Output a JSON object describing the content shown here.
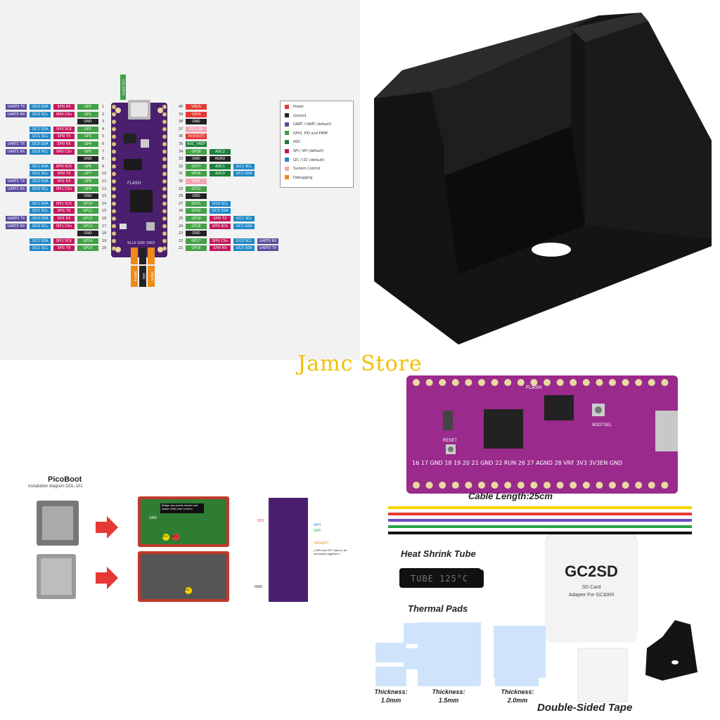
{
  "pinout": {
    "legend": [
      {
        "label": "Power",
        "color": "#e53935"
      },
      {
        "label": "Ground",
        "color": "#222222"
      },
      {
        "label": "UART / UART (default)",
        "color": "#5c4b9c"
      },
      {
        "label": "GPIO, PIO and PWM",
        "color": "#43a047"
      },
      {
        "label": "ADC",
        "color": "#1b7f3b"
      },
      {
        "label": "SPI / SPI (default)",
        "color": "#c2185b"
      },
      {
        "label": "I2C / I2C (default)",
        "color": "#1e88c8"
      },
      {
        "label": "System Control",
        "color": "#f4a6b4"
      },
      {
        "label": "Debugging",
        "color": "#ef8a17"
      }
    ],
    "top_label": "LED (GP25)",
    "board_labels": {
      "flash": "FLASH",
      "swd": "SCLK GND SWD"
    },
    "left_pins": [
      {
        "n": "1",
        "labels": [
          "UART0 TX",
          "I2C0 SDA",
          "SPI0 RX",
          "GP0"
        ]
      },
      {
        "n": "2",
        "labels": [
          "UART0 RX",
          "I2C0 SCL",
          "SPI0 CSn",
          "GP1"
        ]
      },
      {
        "n": "3",
        "labels": [
          "GND"
        ]
      },
      {
        "n": "4",
        "labels": [
          "I2C1 SDA",
          "SPI0 SCK",
          "GP2"
        ]
      },
      {
        "n": "5",
        "labels": [
          "I2C1 SCL",
          "SPI0 TX",
          "GP3"
        ]
      },
      {
        "n": "6",
        "labels": [
          "UART1 TX",
          "I2C0 SDA",
          "SPI0 RX",
          "GP4"
        ]
      },
      {
        "n": "7",
        "labels": [
          "UART1 RX",
          "I2C0 SCL",
          "SPI0 CSn",
          "GP5"
        ]
      },
      {
        "n": "8",
        "labels": [
          "GND"
        ]
      },
      {
        "n": "9",
        "labels": [
          "I2C1 SDA",
          "SPI0 SCK",
          "GP6"
        ]
      },
      {
        "n": "10",
        "labels": [
          "I2C1 SCL",
          "SPI0 TX",
          "GP7"
        ]
      },
      {
        "n": "11",
        "labels": [
          "UART1 TX",
          "I2C0 SDA",
          "SPI1 RX",
          "GP8"
        ]
      },
      {
        "n": "12",
        "labels": [
          "UART1 RX",
          "I2C0 SCL",
          "SPI1 CSn",
          "GP9"
        ]
      },
      {
        "n": "13",
        "labels": [
          "GND"
        ]
      },
      {
        "n": "14",
        "labels": [
          "I2C1 SDA",
          "SPI1 SCK",
          "GP10"
        ]
      },
      {
        "n": "15",
        "labels": [
          "I2C1 SCL",
          "SPI1 TX",
          "GP11"
        ]
      },
      {
        "n": "16",
        "labels": [
          "UART0 TX",
          "I2C0 SDA",
          "SPI1 RX",
          "GP12"
        ]
      },
      {
        "n": "17",
        "labels": [
          "UART0 RX",
          "I2C0 SCL",
          "SPI1 CSn",
          "GP13"
        ]
      },
      {
        "n": "18",
        "labels": [
          "GND"
        ]
      },
      {
        "n": "19",
        "labels": [
          "I2C1 SDA",
          "SPI1 SCK",
          "GP14"
        ]
      },
      {
        "n": "20",
        "labels": [
          "I2C1 SCL",
          "SPI1 TX",
          "GP15"
        ]
      }
    ],
    "right_pins": [
      {
        "n": "40",
        "labels": [
          "VBUS"
        ]
      },
      {
        "n": "39",
        "labels": [
          "VSYS"
        ]
      },
      {
        "n": "38",
        "labels": [
          "GND"
        ]
      },
      {
        "n": "37",
        "labels": [
          "3V3_EN"
        ]
      },
      {
        "n": "36",
        "labels": [
          "3V3(OUT)"
        ]
      },
      {
        "n": "35",
        "labels": [
          "ADC_VREF"
        ]
      },
      {
        "n": "34",
        "labels": [
          "GP28",
          "ADC2"
        ]
      },
      {
        "n": "33",
        "labels": [
          "GND",
          "AGND"
        ]
      },
      {
        "n": "32",
        "labels": [
          "GP27",
          "ADC1",
          "I2C1 SCL"
        ]
      },
      {
        "n": "31",
        "labels": [
          "GP26",
          "ADC0",
          "I2C1 SDA"
        ]
      },
      {
        "n": "30",
        "labels": [
          "RUN"
        ]
      },
      {
        "n": "29",
        "labels": [
          "GP22"
        ]
      },
      {
        "n": "28",
        "labels": [
          "GND"
        ]
      },
      {
        "n": "27",
        "labels": [
          "GP21",
          "I2C0 SCL"
        ]
      },
      {
        "n": "26",
        "labels": [
          "GP20",
          "I2C0 SDA"
        ]
      },
      {
        "n": "25",
        "labels": [
          "GP19",
          "SPI0 TX",
          "I2C1 SCL"
        ]
      },
      {
        "n": "24",
        "labels": [
          "GP18",
          "SPI0 SCK",
          "I2C1 SDA"
        ]
      },
      {
        "n": "23",
        "labels": [
          "GND"
        ]
      },
      {
        "n": "22",
        "labels": [
          "GP17",
          "SPI0 CSn",
          "I2C0 SCL",
          "UART0 RX"
        ]
      },
      {
        "n": "21",
        "labels": [
          "GP16",
          "SPI0 RX",
          "I2C0 SDA",
          "UART0 TX"
        ]
      }
    ],
    "debug_labels": [
      "SWCLK",
      "GND",
      "SWDIO"
    ]
  },
  "watermark": "Jamc Store",
  "picoboot": {
    "title": "PicoBoot",
    "subtitle": "installation diagram DOL-101",
    "board_note": "Bridge two points shown and solder GND wire to them",
    "labels": {
      "gnd": "GND",
      "gp4": "GP4",
      "gp5": "GP5",
      "v33": "3V3"
    },
    "pico_labels": {
      "v33": "3V3",
      "gp4": "GP4",
      "gp5": "GP5",
      "gp6": "GP6/GP7",
      "gnd": "GND"
    },
    "note": "( GP6 and GP7 have to be connected together! )"
  },
  "kit": {
    "board_silk": "16 17 GND 18 19 20 21 GND 22 RUN 26 27 AGND 28 VRF 3V3 3V3EN GND",
    "board_top": "FLASH",
    "bootsel": "BOOTSEL",
    "reset": "RESET",
    "cable_label": "Cable Length:25cm",
    "heat_shrink_label": "Heat Shrink Tube",
    "tube_text": "TUBE 125°C",
    "thermal_label": "Thermal Pads",
    "gc2sd_title": "GC2SD",
    "gc2sd_line1": "SD Card",
    "gc2sd_line2": "Adapter For GC&WII",
    "thickness": [
      {
        "label": "Thickness:",
        "value": "1.0mm"
      },
      {
        "label": "Thickness:",
        "value": "1.5mm"
      },
      {
        "label": "Thickness:",
        "value": "2.0mm"
      }
    ],
    "tape_label": "Double-Sided Tape",
    "wire_colors": [
      "#f4d400",
      "#e53935",
      "#6a4cc0",
      "#27a547",
      "#111111"
    ]
  }
}
